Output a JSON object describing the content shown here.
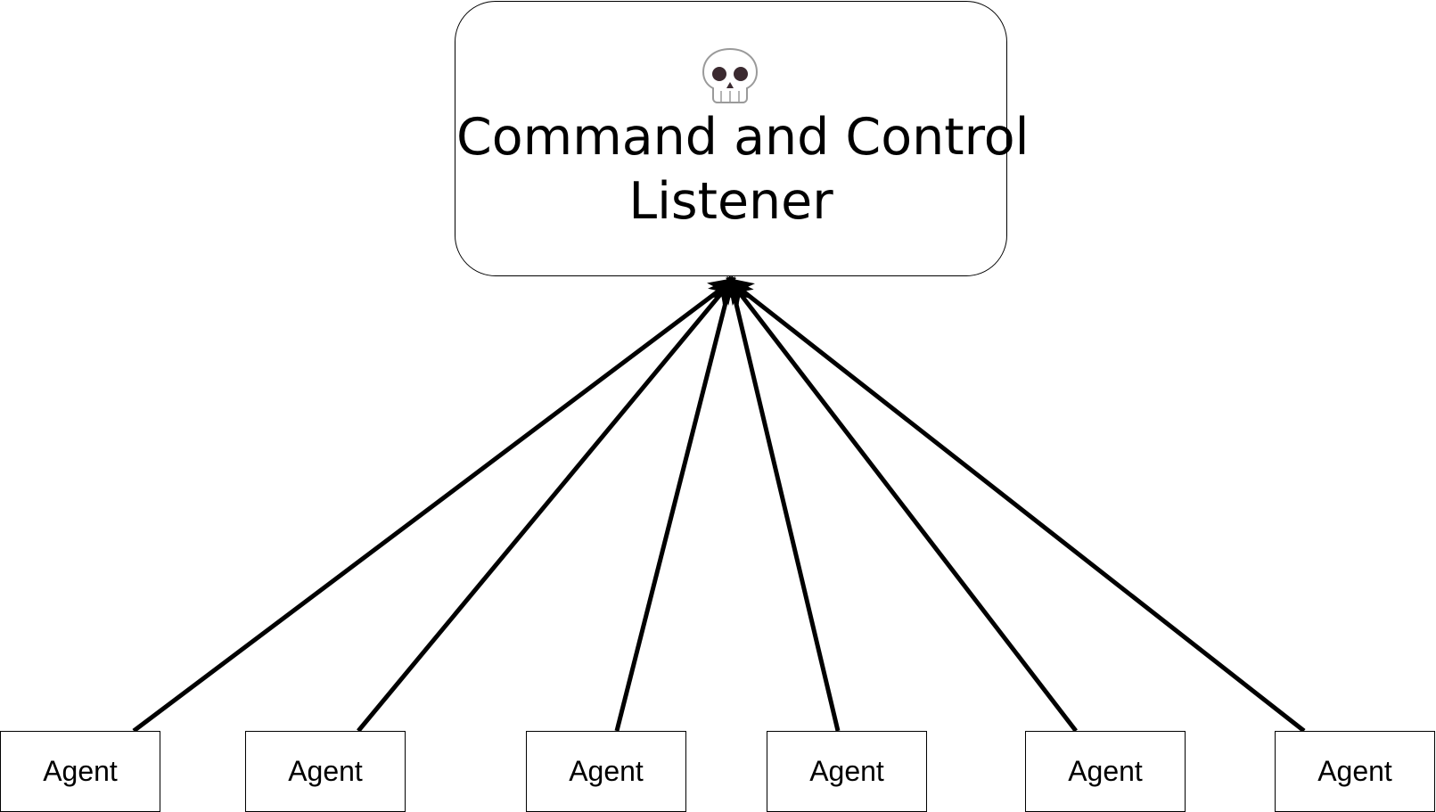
{
  "listener": {
    "title_line1": "Command and Control",
    "title_line2": "Listener",
    "icon": "skull-icon"
  },
  "agents": [
    {
      "label": "Agent"
    },
    {
      "label": "Agent"
    },
    {
      "label": "Agent"
    },
    {
      "label": "Agent"
    },
    {
      "label": "Agent"
    },
    {
      "label": "Agent"
    }
  ],
  "colors": {
    "stroke": "#000000",
    "skull_fill": "#ffffff",
    "skull_eyes": "#3b2a30"
  }
}
